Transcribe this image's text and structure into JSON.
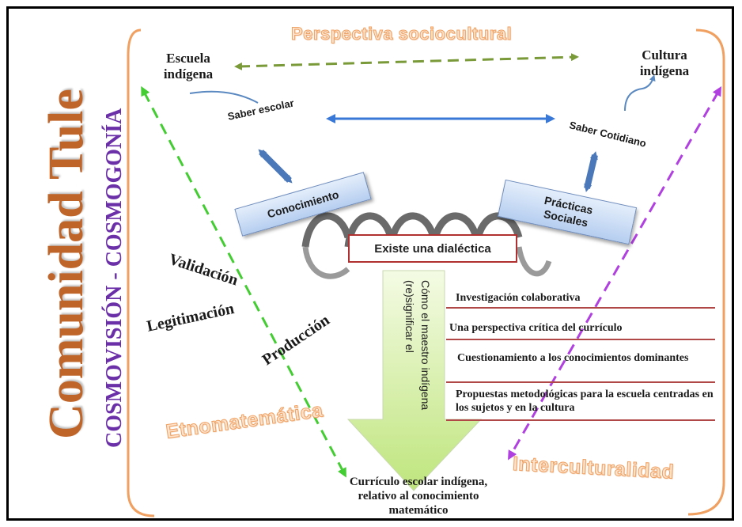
{
  "diagram": {
    "side_title": "Comunidad Tule",
    "side_subtitle": "COSMOVISIÓN - COSMOGONÍA",
    "top_label": "Perspectiva sociocultural",
    "bottom_left_label": "Etnomatemática",
    "bottom_right_label": "Interculturalidad",
    "escuela": "Escuela indígena",
    "cultura": "Cultura indígena",
    "saber_escolar": "Saber escolar",
    "saber_cotidiano": "Saber Cotidiano",
    "conocimiento": "Conocimiento",
    "practicas": "Prácticas Sociales",
    "dialectica": "Existe una dialéctica",
    "validacion": "Validación",
    "legitimacion": "Legitimación",
    "produccion": "Producción",
    "big_arrow_text": "Cómo el maestro indígena (re)significar el",
    "list": [
      "Investigación colaborativa",
      "Una perspectiva crítica del currículo",
      "Cuestionamiento a los conocimientos dominantes",
      "Propuestas metodológicas para la escuela centradas en los sujetos y en la cultura"
    ],
    "bottom_text": "Currículo escolar indígena, relativo al conocimiento matemático",
    "colors": {
      "title_orange": "#c0652a",
      "subtitle_purple": "#6b2fa8",
      "frame_orange": "#f0a060",
      "arrow_green": "#7a9a3a",
      "arrow_blue": "#3a78d8",
      "dashed_green": "#44cc33",
      "dashed_purple": "#b040e0",
      "big_arrow_fill": "#d8f0a8"
    }
  }
}
